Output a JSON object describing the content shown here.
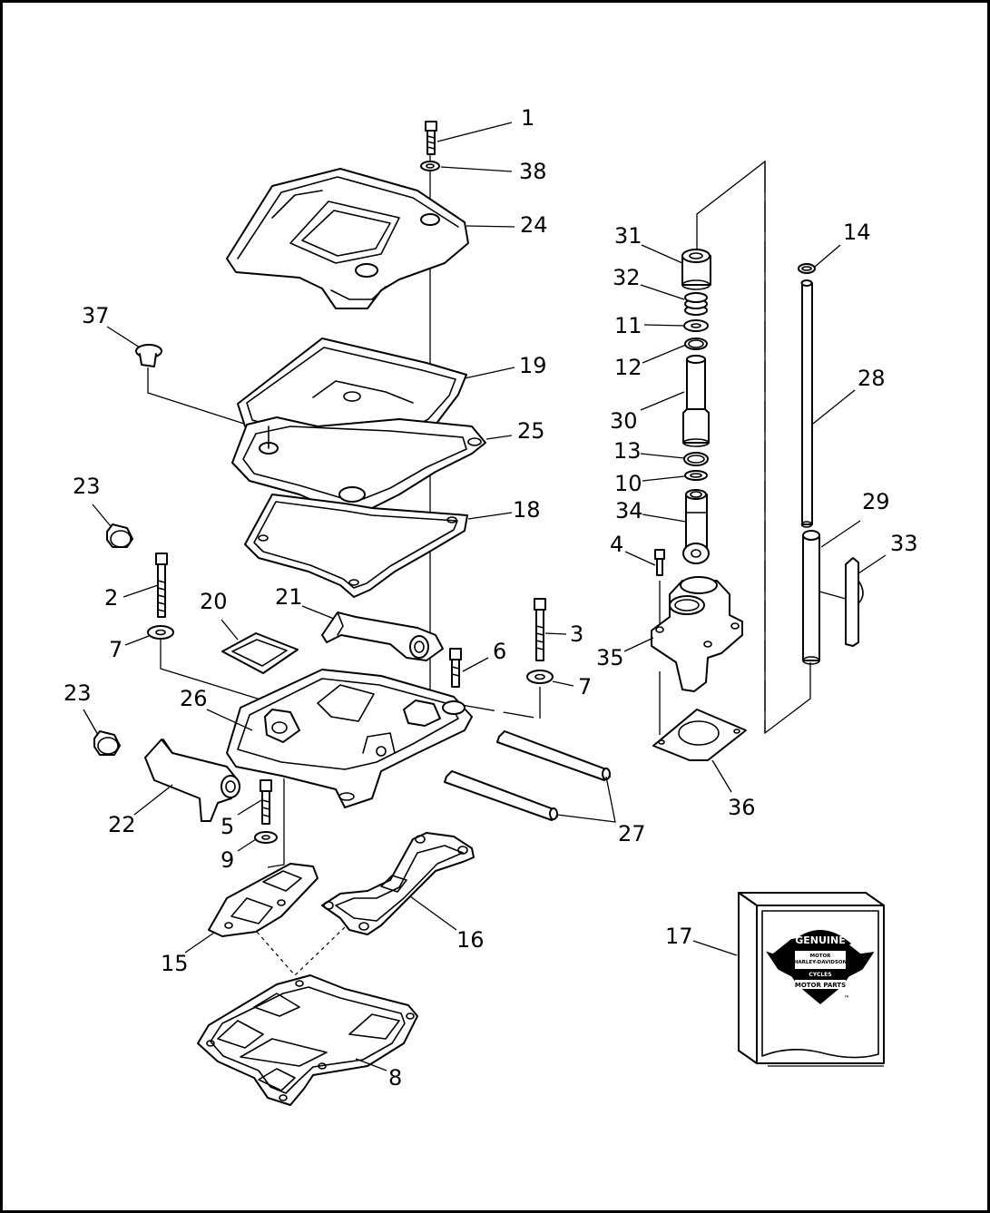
{
  "diagram": {
    "callouts": {
      "c1": "1",
      "c38": "38",
      "c24": "24",
      "c37": "37",
      "c19": "19",
      "c25": "25",
      "c23a": "23",
      "c18": "18",
      "c2": "2",
      "c20": "20",
      "c21": "21",
      "c3": "3",
      "c7a": "7",
      "c6": "6",
      "c7b": "7",
      "c23b": "23",
      "c26": "26",
      "c22": "22",
      "c5": "5",
      "c9": "9",
      "c27": "27",
      "c15": "15",
      "c16": "16",
      "c8": "8",
      "c31": "31",
      "c32": "32",
      "c11": "11",
      "c12": "12",
      "c30": "30",
      "c13": "13",
      "c10": "10",
      "c34": "34",
      "c4": "4",
      "c35": "35",
      "c36": "36",
      "c14": "14",
      "c28": "28",
      "c29": "29",
      "c33": "33",
      "c17": "17"
    },
    "logo": {
      "top": "GENUINE",
      "motor": "MOTOR",
      "brand_line1": "HARLEY-DAVIDSON",
      "cycles": "CYCLES",
      "bottom": "MOTOR PARTS",
      "tm": "™"
    }
  }
}
